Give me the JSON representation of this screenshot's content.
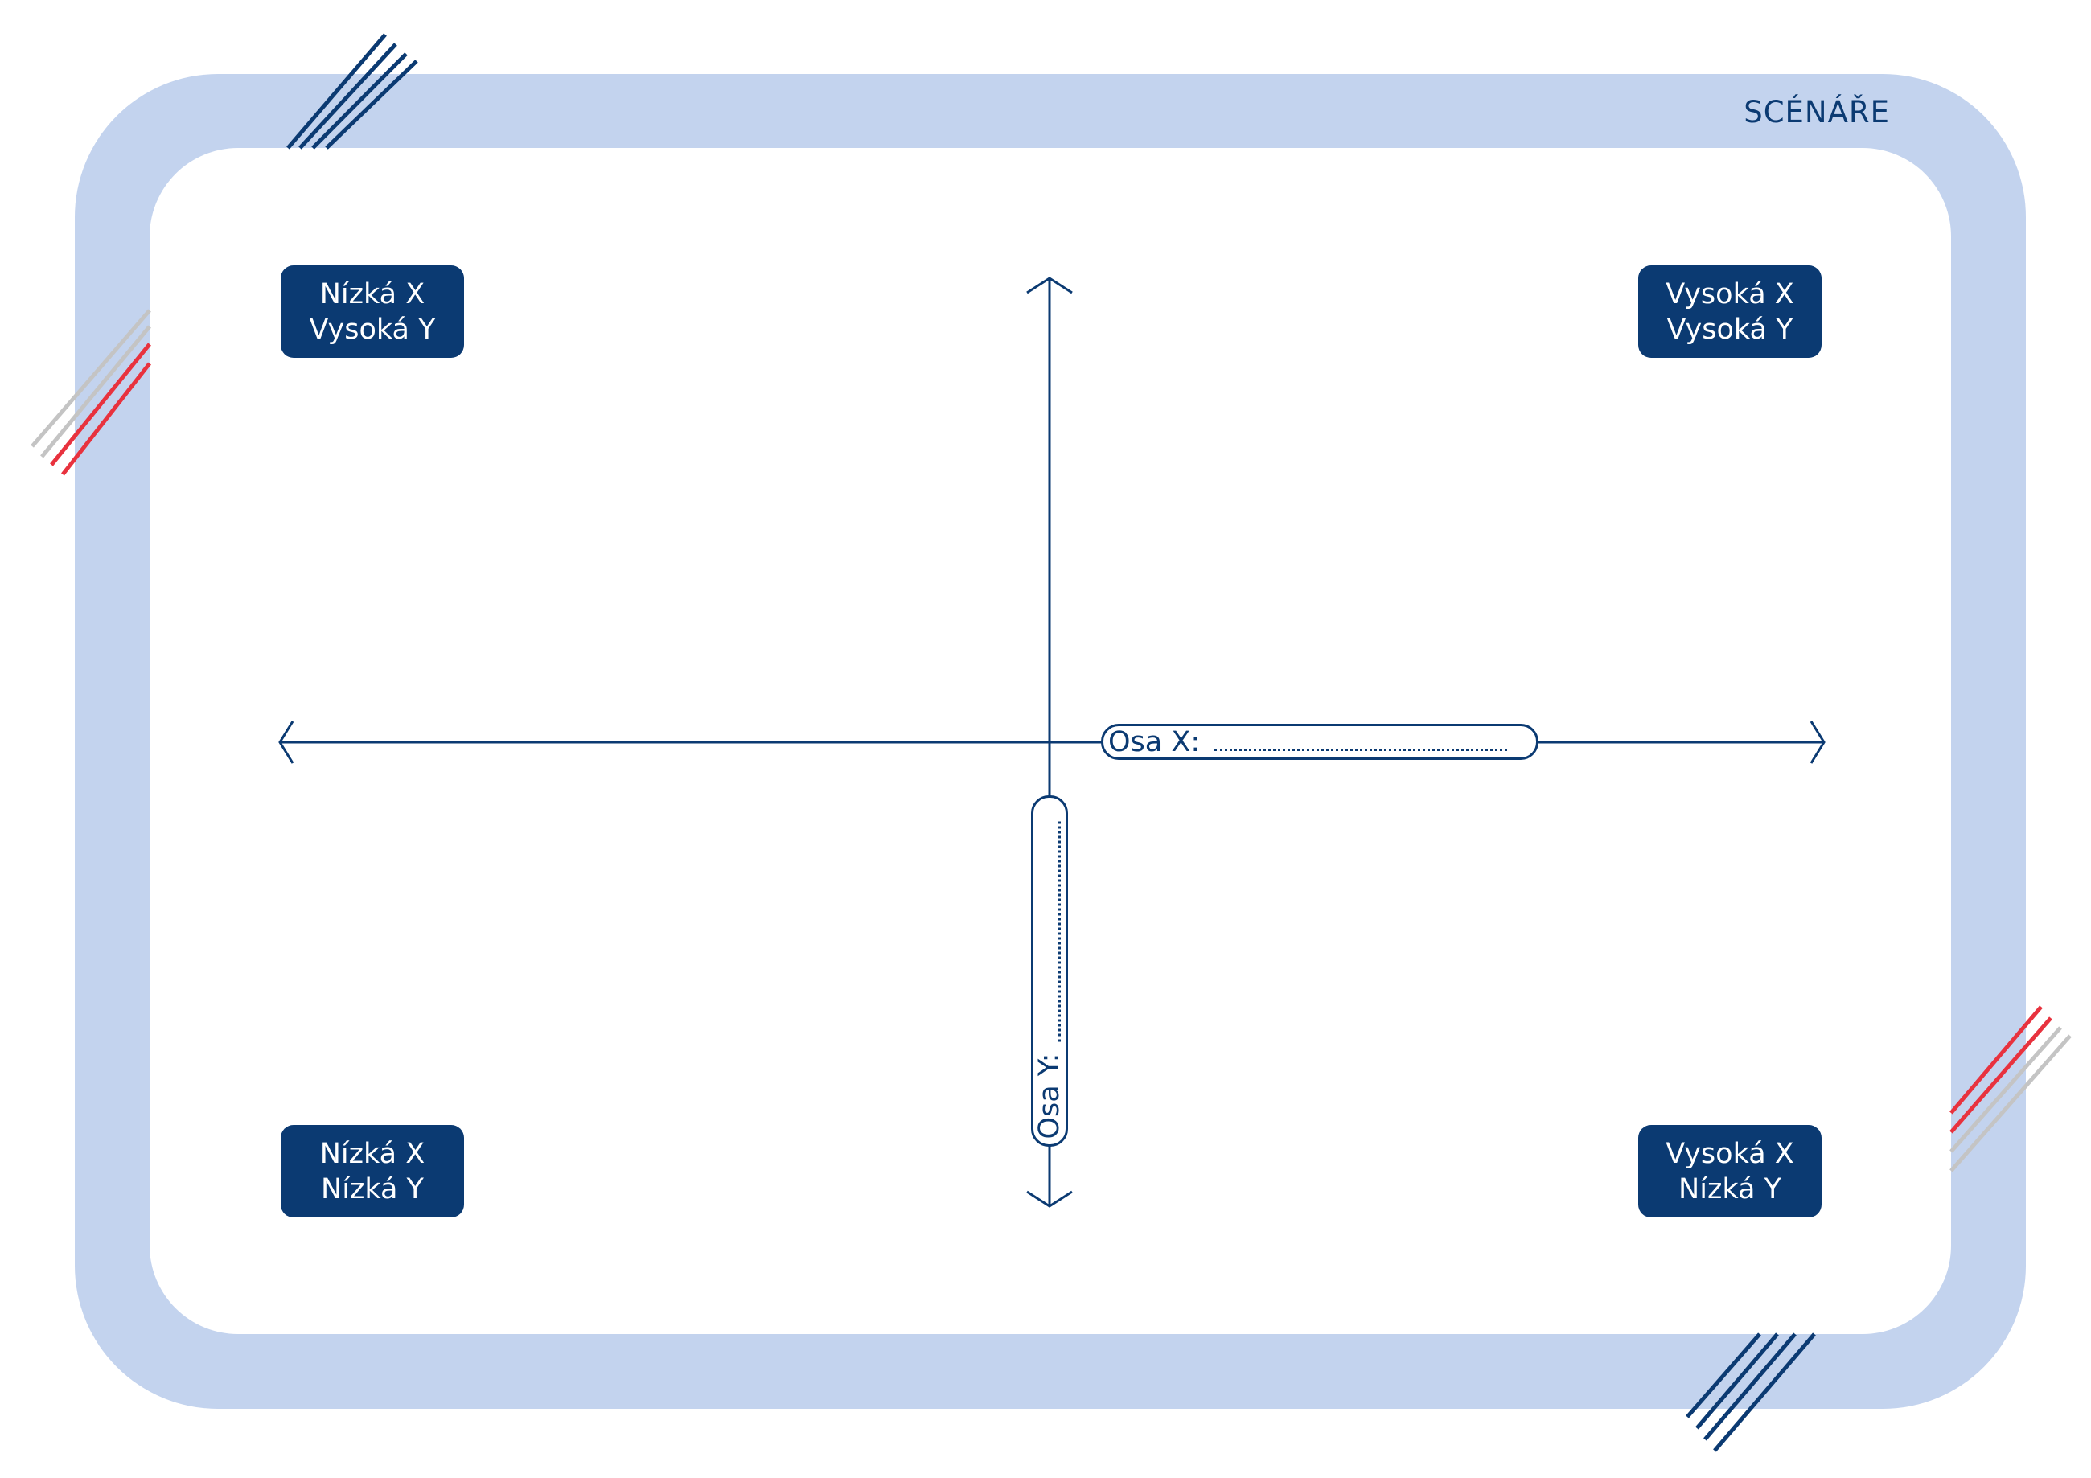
{
  "header": {
    "section_label": "SCÉNÁŘE"
  },
  "quadrants": {
    "top_left": {
      "line1": "Nízká X",
      "line2": "Vysoká Y"
    },
    "top_right": {
      "line1": "Vysoká X",
      "line2": "Vysoká Y"
    },
    "bottom_left": {
      "line1": "Nízká X",
      "line2": "Nízká Y"
    },
    "bottom_right": {
      "line1": "Vysoká X",
      "line2": "Nízká Y"
    }
  },
  "axes": {
    "x_label": "Osa X:",
    "x_value": "",
    "y_label": "Osa Y:",
    "y_value": ""
  },
  "colors": {
    "primary": "#0b3a72",
    "frame": "#c3d3ee",
    "accent_red": "#e8323e",
    "accent_gray": "#c4c4c4",
    "background": "#ffffff"
  }
}
